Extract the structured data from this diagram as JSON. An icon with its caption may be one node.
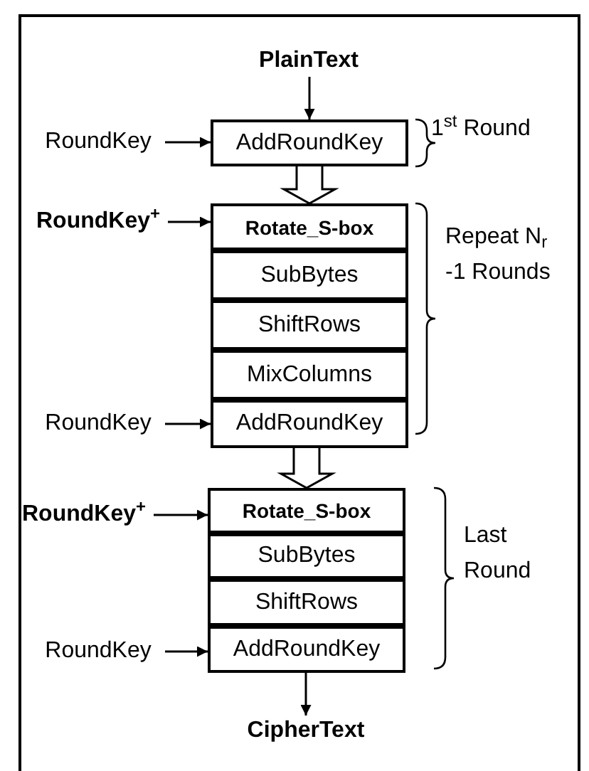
{
  "diagram": {
    "nodes": [
      {
        "text": [
          "PlainText"
        ]
      },
      {
        "text": [
          "RoundKey"
        ]
      },
      {
        "text": [
          "AddRoundKey"
        ]
      },
      {
        "text": [
          "RoundKey$^{+}$"
        ]
      },
      {
        "text": [
          "Rotate_S-box"
        ]
      },
      {
        "text": [
          "SubBytes"
        ]
      },
      {
        "text": [
          "ShiftRows"
        ]
      },
      {
        "text": [
          "MixColumns"
        ]
      },
      {
        "text": [
          "RoundKey"
        ]
      },
      {
        "text": [
          "AddRoundKey"
        ]
      },
      {
        "text": [
          "RoundKey$^{+}$"
        ]
      },
      {
        "text": [
          "Rotate_S-box"
        ]
      },
      {
        "text": [
          "SubBytes"
        ]
      },
      {
        "text": [
          "ShiftRows"
        ]
      },
      {
        "text": [
          "RoundKey"
        ]
      },
      {
        "text": [
          "AddRoundKey"
        ]
      },
      {
        "text": [
          "CipherText"
        ]
      }
    ],
    "edges": [
      {
        "from": 0,
        "to": 2,
        "arrow": "to"
      },
      {
        "from": 1,
        "to": 2,
        "arrow": "to"
      },
      {
        "from": 2,
        "to": 4,
        "arrow": "to",
        "style": "thick"
      },
      {
        "from": 3,
        "to": 4,
        "arrow": "to"
      },
      {
        "from": 8,
        "to": 9,
        "arrow": "to"
      },
      {
        "from": 9,
        "to": 11,
        "arrow": "to",
        "style": "thick"
      },
      {
        "from": 10,
        "to": 11,
        "arrow": "to"
      },
      {
        "from": 14,
        "to": 15,
        "arrow": "to"
      },
      {
        "from": 15,
        "to": 16,
        "arrow": "to"
      }
    ],
    "labels": [
      "1$^{st}$ Round",
      "Repeat N$_{r}$ -1 Rounds",
      "Last Round"
    ]
  }
}
